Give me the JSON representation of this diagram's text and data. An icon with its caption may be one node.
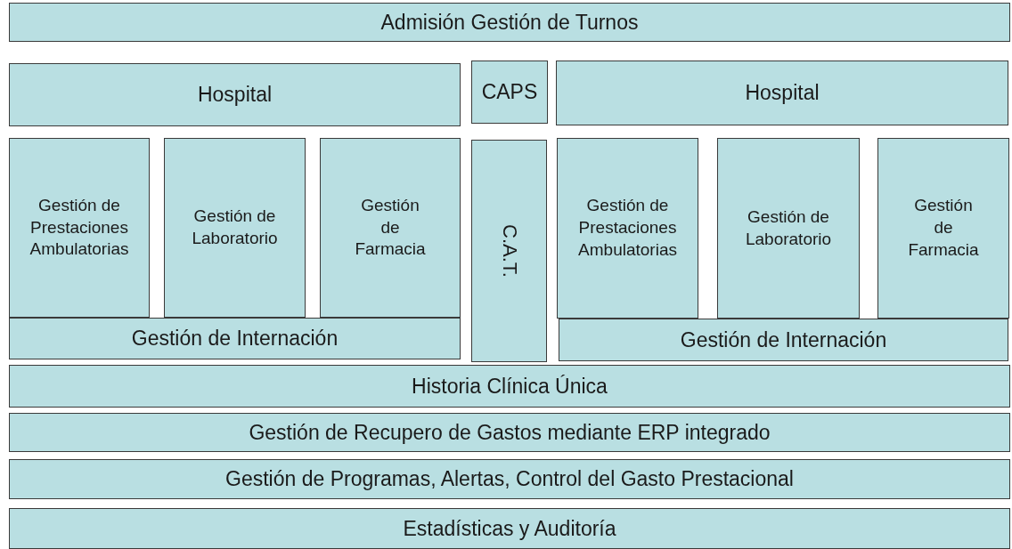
{
  "diagram": {
    "nodes": [
      {
        "text": [
          "Admisión Gestión de Turnos"
        ]
      },
      {
        "text": [
          "Hospital"
        ]
      },
      {
        "text": [
          "CAPS"
        ]
      },
      {
        "text": [
          "Hospital"
        ]
      },
      {
        "text": [
          "Gestión de Prestaciones Ambulatorias"
        ]
      },
      {
        "text": [
          "Gestión de Laboratorio"
        ]
      },
      {
        "text": [
          "Gestión de Farmacia"
        ]
      },
      {
        "text": [
          "C.A.T."
        ]
      },
      {
        "text": [
          "Gestión de Prestaciones Ambulatorias"
        ]
      },
      {
        "text": [
          "Gestión de Laboratorio"
        ]
      },
      {
        "text": [
          "Gestión de Farmacia"
        ]
      },
      {
        "text": [
          "Gestión de Internación"
        ]
      },
      {
        "text": [
          "Gestión de Internación"
        ]
      },
      {
        "text": [
          "Historia Clínica Única"
        ]
      },
      {
        "text": [
          "Gestión de Recupero de Gastos mediante ERP integrado"
        ]
      },
      {
        "text": [
          "Gestión de Programas, Alertas, Control del Gasto Prestacional"
        ]
      },
      {
        "text": [
          "Estadísticas y Auditoría"
        ]
      }
    ]
  }
}
